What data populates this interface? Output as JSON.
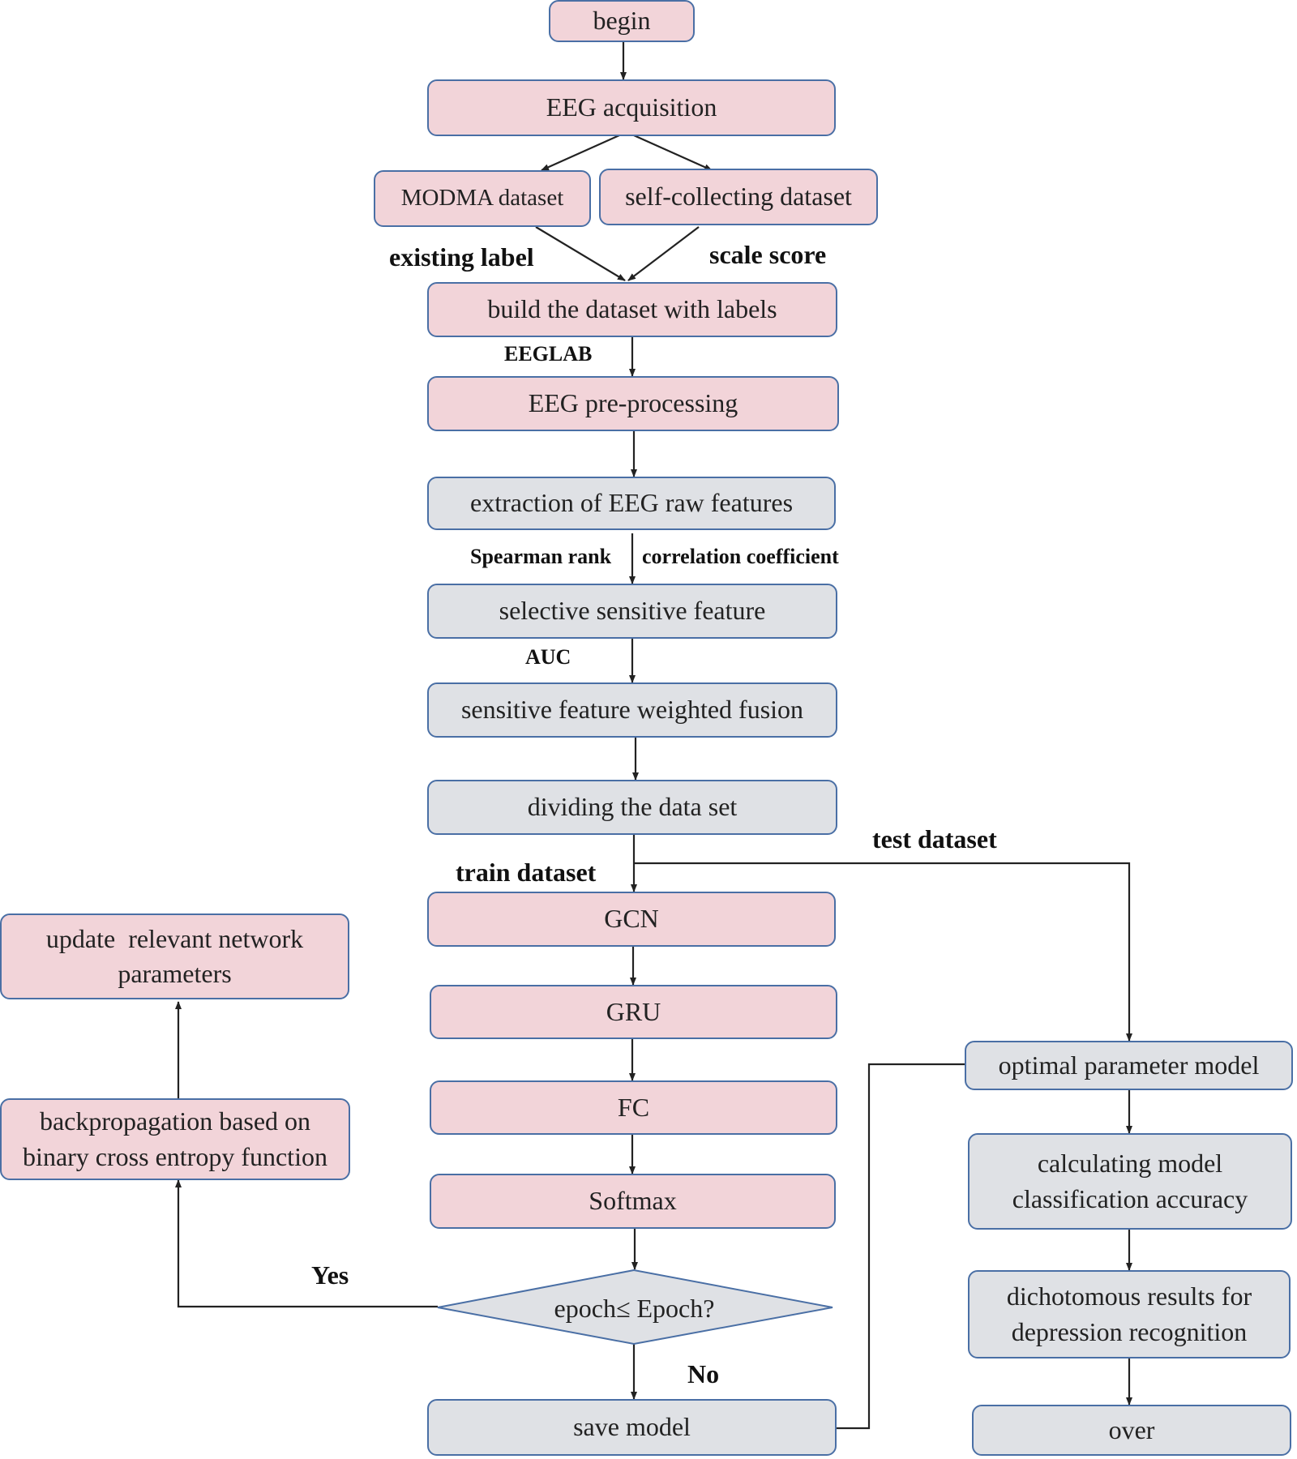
{
  "nodes": {
    "begin": "begin",
    "eeg_acquisition": "EEG acquisition",
    "modma_dataset": "MODMA dataset",
    "self_collecting_dataset": "self-collecting dataset",
    "build_dataset": "build the dataset with labels",
    "eeg_preprocessing": "EEG pre-processing",
    "extraction": "extraction of EEG raw features",
    "selective_feature": "selective sensitive feature",
    "weighted_fusion": "sensitive feature weighted fusion",
    "dividing": "dividing the data set",
    "gcn": "GCN",
    "gru": "GRU",
    "fc": "FC",
    "softmax": "Softmax",
    "decision": "epoch≤ Epoch?",
    "save_model": "save model",
    "update_params_line1": "update  relevant network",
    "update_params_line2": "parameters",
    "backprop_line1": "backpropagation based on",
    "backprop_line2": "binary cross entropy function",
    "optimal_model": "optimal parameter model",
    "calc_accuracy_line1": "calculating model",
    "calc_accuracy_line2": "classification accuracy",
    "dichotomous_line1": "dichotomous results for",
    "dichotomous_line2": "depression recognition",
    "over": "over"
  },
  "labels": {
    "existing_label": "existing label",
    "scale_score": "scale score",
    "eeglab": "EEGLAB",
    "spearman": "Spearman rank",
    "correlation": "correlation coefficient",
    "auc": "AUC",
    "test_dataset": "test dataset",
    "train_dataset": "train dataset",
    "yes": "Yes",
    "no": "No"
  },
  "colors": {
    "pink_fill": "#f2d4d9",
    "gray_fill": "#dfe1e5",
    "border": "#4a6fa5",
    "arrow": "#222222"
  }
}
